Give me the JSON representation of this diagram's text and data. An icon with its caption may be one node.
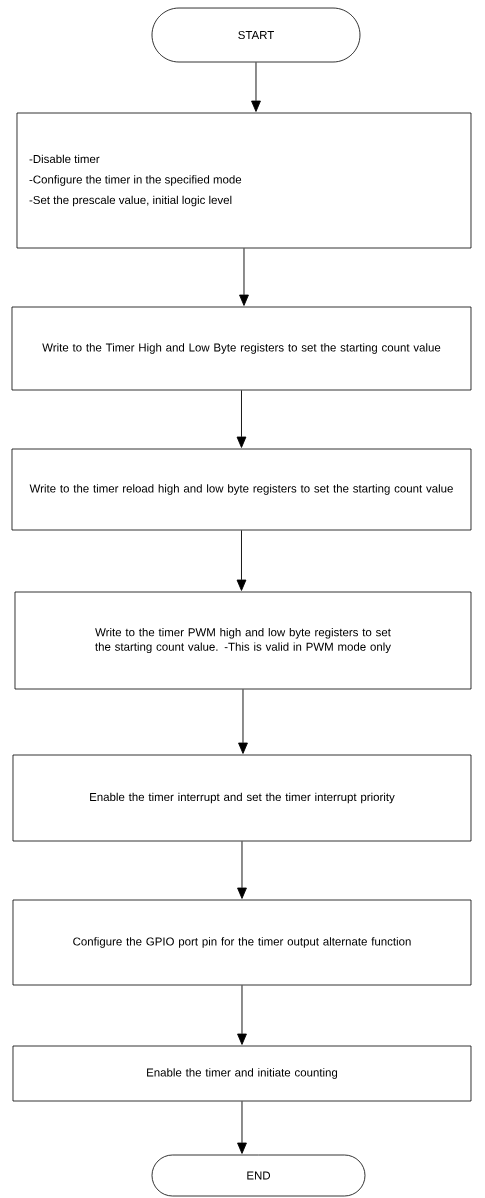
{
  "diagram": {
    "nodes": [
      {
        "text": [
          "START"
        ]
      },
      {
        "text": [
          "-Disable timer",
          "-Configure the timer in the specified mode",
          "-Set the prescale value, initial logic level"
        ]
      },
      {
        "text": [
          "Write to the Timer High and Low Byte registers to set the starting count value"
        ]
      },
      {
        "text": [
          "Write to the timer reload high and low byte registers to set the starting count value"
        ]
      },
      {
        "text": [
          "Write to the timer PWM high and low byte registers to set the starting count value. -This is valid in PWM mode only"
        ]
      },
      {
        "text": [
          "Enable the timer interrupt and set the timer interrupt priority"
        ]
      },
      {
        "text": [
          "Configure the GPIO port pin for the timer output alternate function"
        ]
      },
      {
        "text": [
          "Enable the timer and initiate counting"
        ]
      },
      {
        "text": [
          "END"
        ]
      }
    ],
    "edges": [
      {
        "from": 0,
        "to": 1,
        "arrow": "to"
      },
      {
        "from": 1,
        "to": 2,
        "arrow": "to"
      },
      {
        "from": 2,
        "to": 3,
        "arrow": "to"
      },
      {
        "from": 3,
        "to": 4,
        "arrow": "to"
      },
      {
        "from": 4,
        "to": 5,
        "arrow": "to"
      },
      {
        "from": 5,
        "to": 6,
        "arrow": "to"
      },
      {
        "from": 6,
        "to": 7,
        "arrow": "to"
      },
      {
        "from": 7,
        "to": 8,
        "arrow": "to"
      }
    ]
  }
}
